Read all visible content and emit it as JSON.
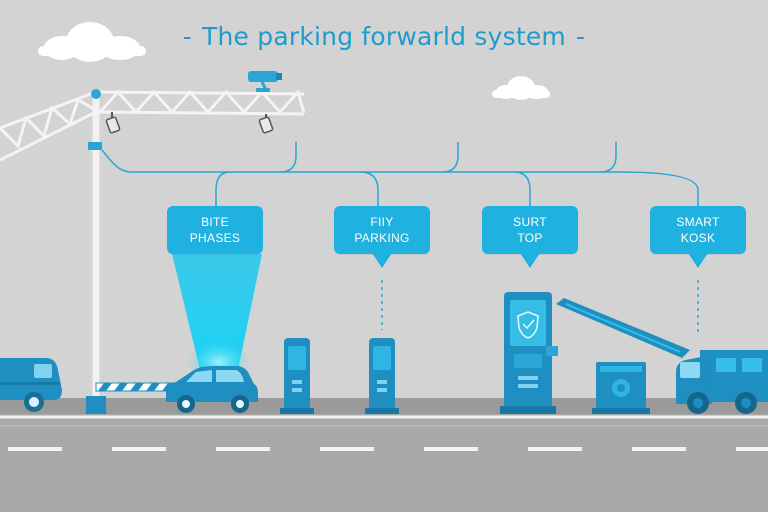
{
  "title": {
    "text": "The parking forwarld system",
    "dash_left": "-",
    "dash_right": "-"
  },
  "labels": [
    {
      "line1": "BITE",
      "line2": "PHASES"
    },
    {
      "line1": "FIIY",
      "line2": "PARKING"
    },
    {
      "line1": "SURT",
      "line2": "TOP"
    },
    {
      "line1": "SMART",
      "line2": "KOSK"
    }
  ],
  "colors": {
    "background": "#d3d3d3",
    "accent": "#1fb2e0",
    "accent_dark": "#1593c4",
    "title": "#1f9ccd",
    "road": "#a7a7a7",
    "connector": "#2aa6d6"
  },
  "icons": [
    "cloud-icon",
    "security-camera-icon",
    "barrier-gate-icon",
    "car-icon",
    "van-icon",
    "tow-truck-icon",
    "payment-kiosk-icon",
    "shield-icon"
  ]
}
